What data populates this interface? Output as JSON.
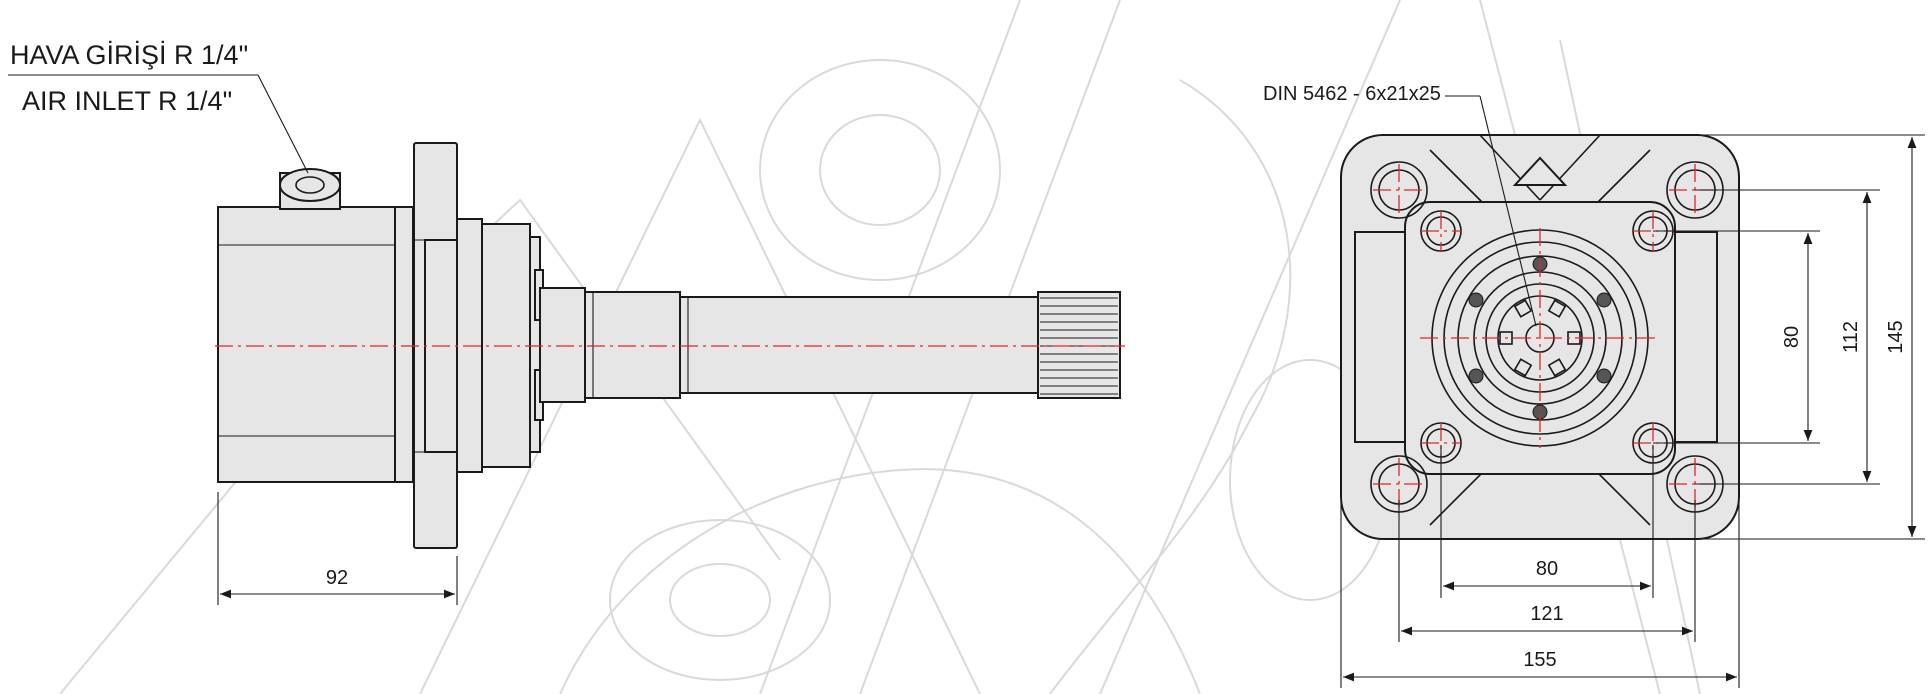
{
  "callouts": {
    "air_inlet_tr": "HAVA GİRİŞİ R 1/4\"",
    "air_inlet_en": "AIR INLET R 1/4\"",
    "spline_spec": "DIN 5462 - 6x21x25"
  },
  "dimensions": {
    "side_length": "92",
    "front_inner_holes": "80",
    "front_outer_holes": "121",
    "front_width": "155",
    "front_inner_holes_v": "80",
    "front_outer_holes_v": "112",
    "front_height": "145"
  },
  "colors": {
    "body_fill": "#e6e6e6",
    "outline": "#1a1a1a",
    "center_line": "#e0262b",
    "watermark": "#d9d9d9"
  }
}
